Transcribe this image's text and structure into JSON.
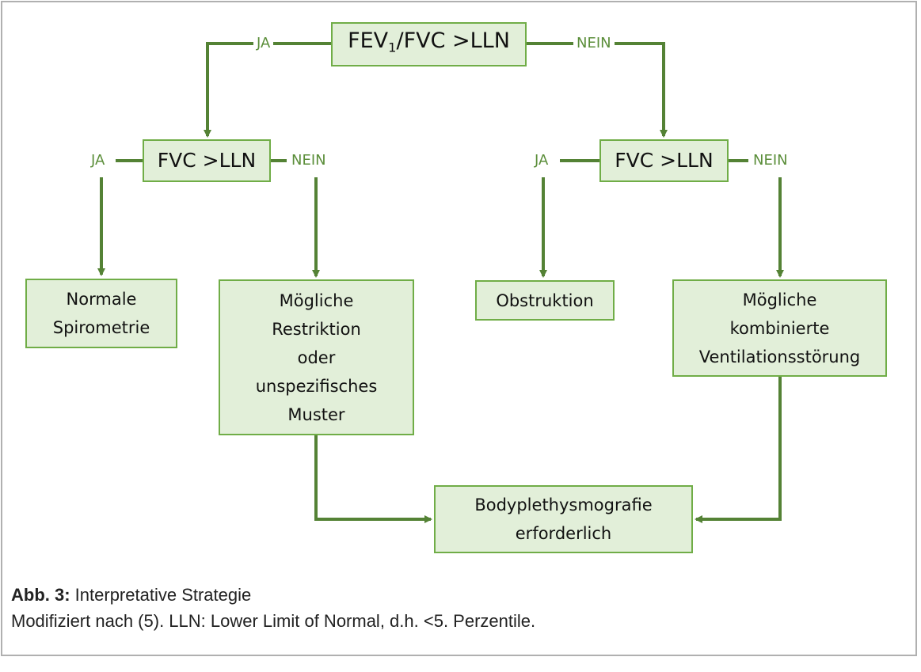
{
  "colors": {
    "box_fill": "#e2efd9",
    "box_border": "#70ad47",
    "connector": "#548235",
    "edge_label": "#5b8e3a",
    "frame_border": "#b0b0b0"
  },
  "nodes": {
    "root": {
      "text_main": "FEV",
      "text_sub": "1",
      "text_rest": "/FVC >LLN"
    },
    "left_decision": {
      "lines": [
        "FVC >LLN"
      ]
    },
    "right_decision": {
      "lines": [
        "FVC >LLN"
      ]
    },
    "normal": {
      "lines": [
        "Normale",
        "Spirometrie"
      ]
    },
    "restriction": {
      "lines": [
        "Mögliche",
        "Restriktion",
        "oder",
        "unspezifisches",
        "Muster"
      ]
    },
    "obstruction": {
      "lines": [
        "Obstruktion"
      ]
    },
    "combined": {
      "lines": [
        "Mögliche",
        "kombinierte",
        "Ventilationsstörung"
      ]
    },
    "body": {
      "lines": [
        "Bodyplethysmografie",
        "erforderlich"
      ]
    }
  },
  "edge_labels": {
    "root_yes": "JA",
    "root_no": "NEIN",
    "left_yes": "JA",
    "left_no": "NEIN",
    "right_yes": "JA",
    "right_no": "NEIN"
  },
  "caption": {
    "label": "Abb. 3:",
    "title": " Interpretative Strategie",
    "note": "Modifiziert nach (5). LLN: Lower Limit of Normal, d.h. <5. Perzentile."
  }
}
